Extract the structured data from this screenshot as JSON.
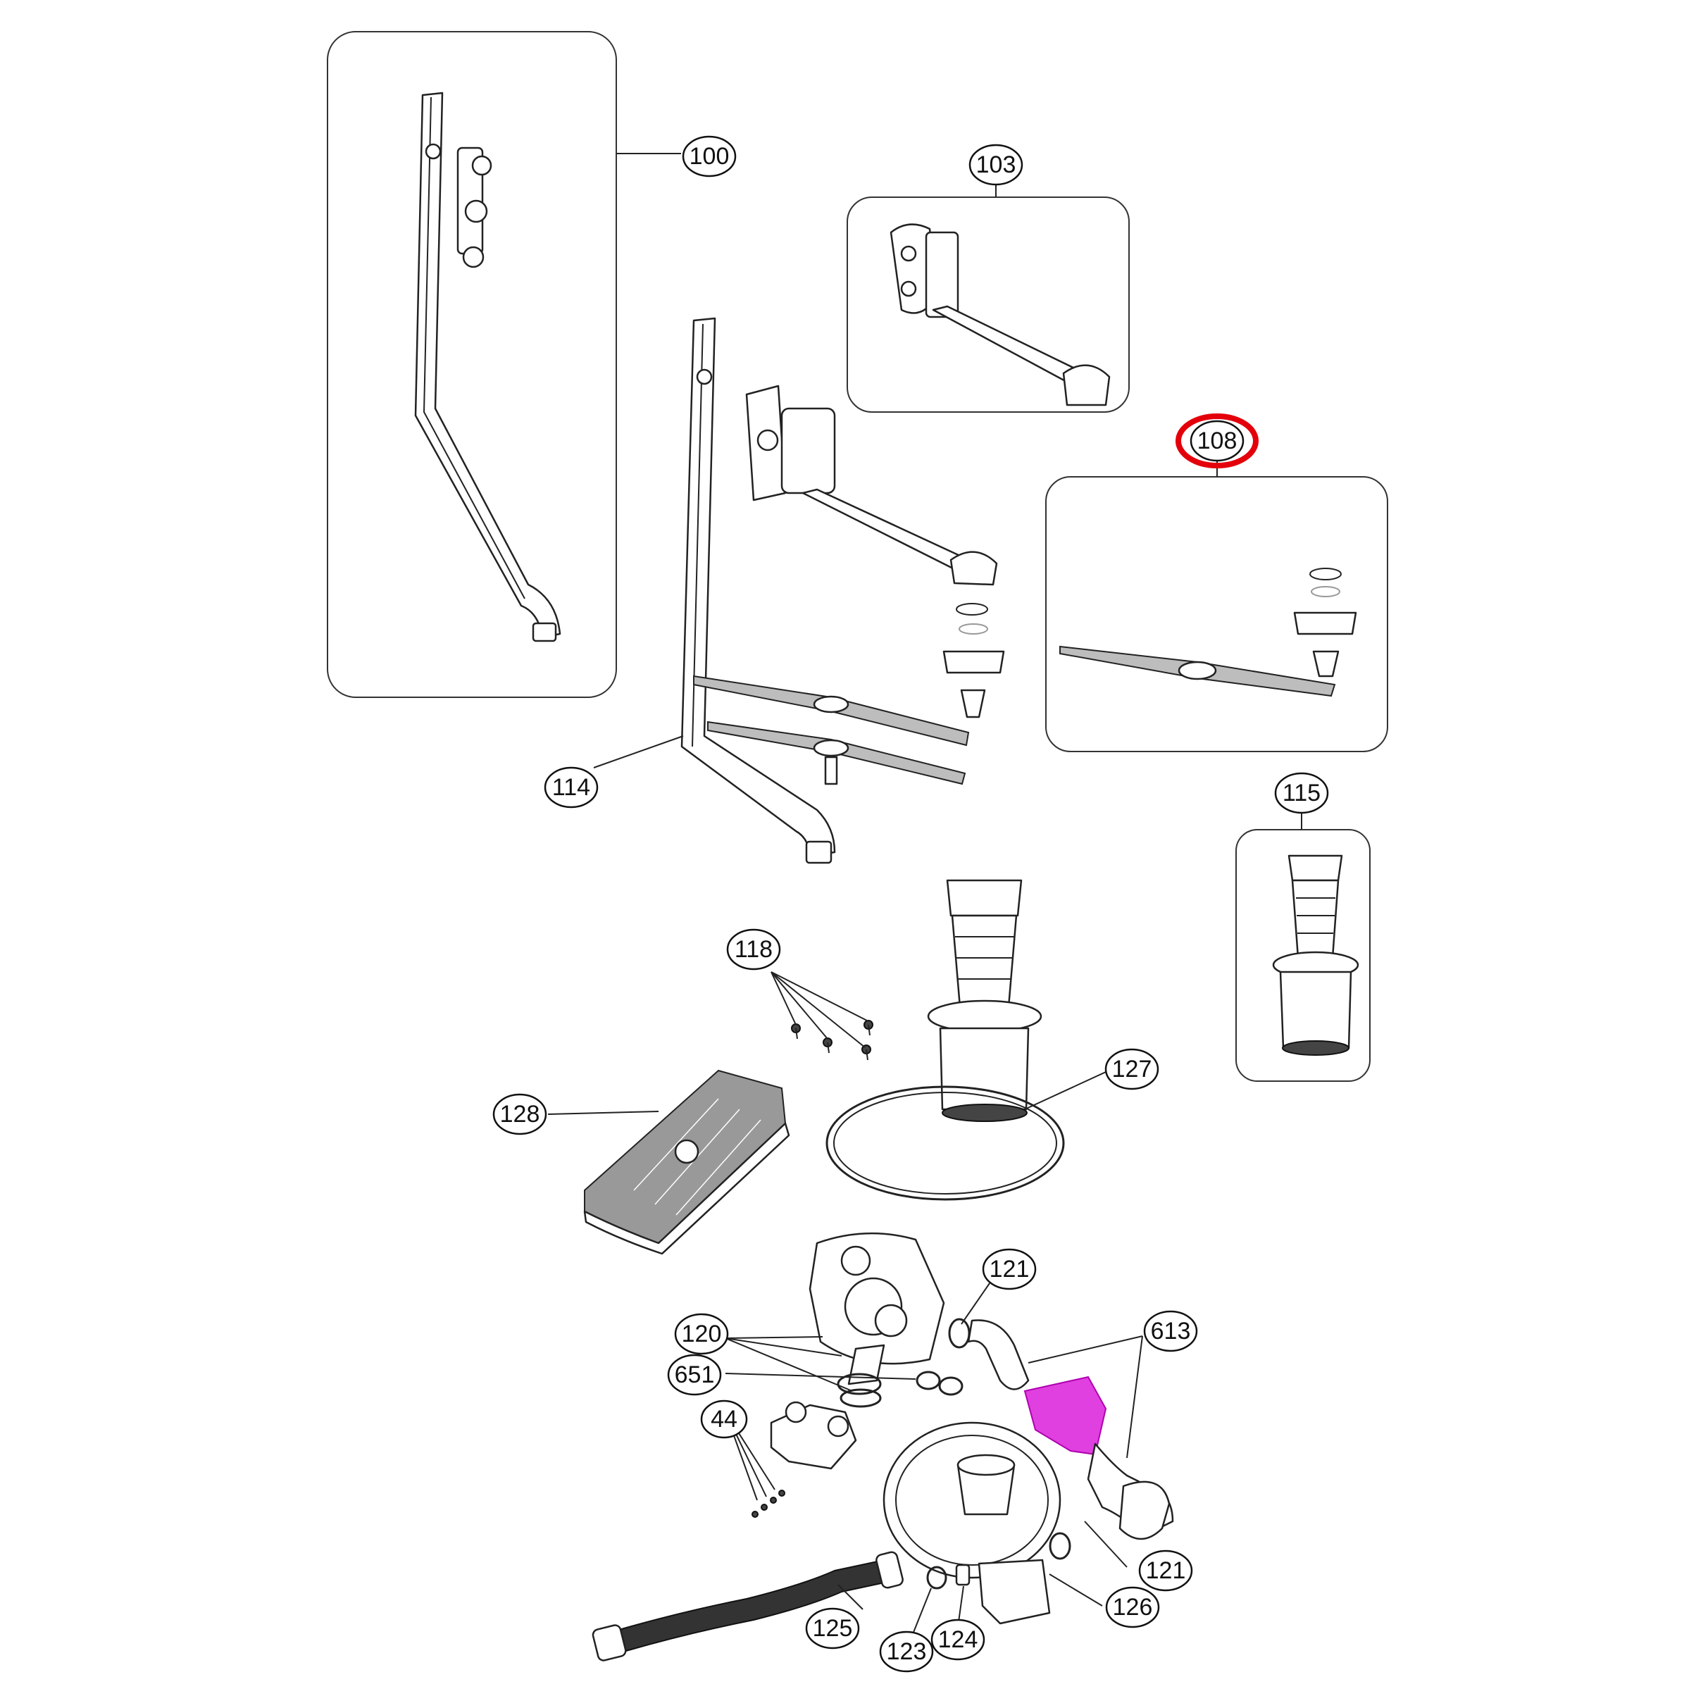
{
  "highlight": {
    "callout": "108",
    "ring_color": "#e3000b"
  },
  "accent_part_color": "#e040e0",
  "callouts": {
    "c44": "44",
    "c100": "100",
    "c103": "103",
    "c108": "108",
    "c114": "114",
    "c115": "115",
    "c118": "118",
    "c120": "120",
    "c121a": "121",
    "c121b": "121",
    "c123": "123",
    "c124": "124",
    "c125": "125",
    "c126": "126",
    "c127": "127",
    "c128": "128",
    "c613": "613",
    "c651": "651"
  }
}
